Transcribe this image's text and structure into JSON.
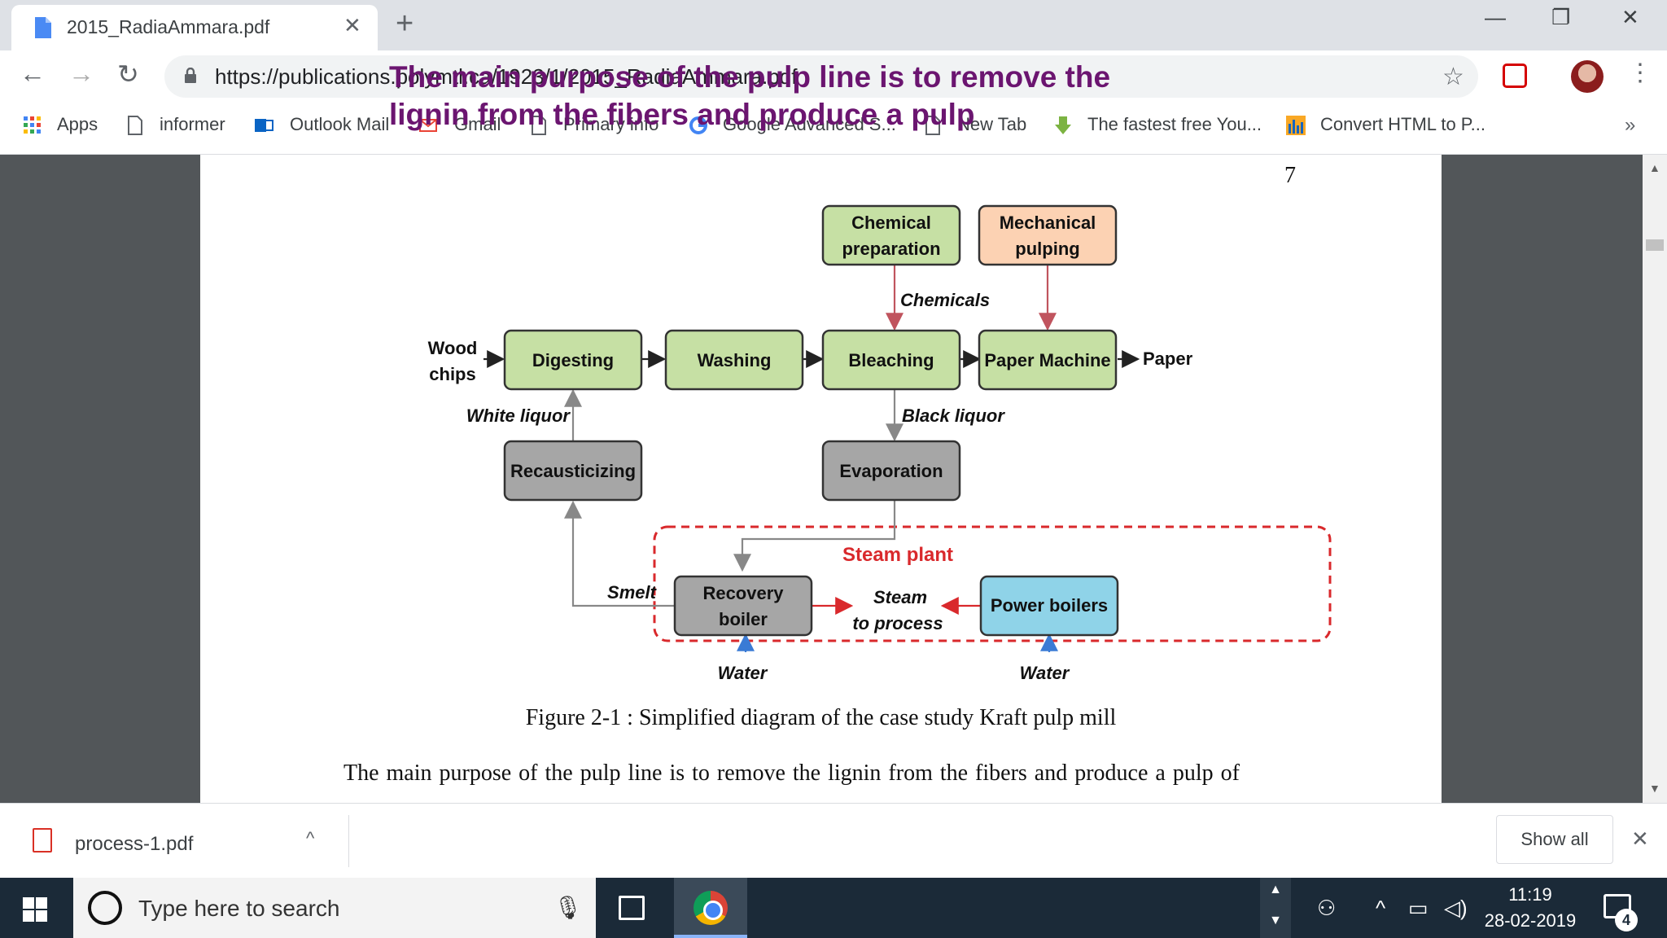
{
  "browser": {
    "tab_title": "2015_RadiaAmmara.pdf",
    "tab_close": "✕",
    "new_tab": "+",
    "window_controls": {
      "minimize": "—",
      "restore": "❐",
      "close": "✕"
    },
    "nav": {
      "back": "←",
      "forward": "→",
      "reload": "↻"
    },
    "url": "https://publications.polymtl.ca/1923/1/2015_RadiaAmmara.pdf",
    "star": "☆",
    "menu": "⋮",
    "bookmarks": [
      {
        "label": "Apps",
        "icon": "apps-grid-icon"
      },
      {
        "label": "informer",
        "icon": "page-icon"
      },
      {
        "label": "Outlook Mail",
        "icon": "outlook-icon"
      },
      {
        "label": "Gmail",
        "icon": "gmail-icon"
      },
      {
        "label": "Primary info",
        "icon": "page-icon"
      },
      {
        "label": "Google Advanced S...",
        "icon": "google-icon"
      },
      {
        "label": "New Tab",
        "icon": "page-icon"
      },
      {
        "label": "The fastest free You...",
        "icon": "download-arrow-icon"
      },
      {
        "label": "Convert HTML to P...",
        "icon": "chart-icon"
      }
    ],
    "bookmarks_more": "»"
  },
  "overlay": {
    "line1": "The main purpose of the pulp line is to remove the",
    "line2": "lignin from the fibers and produce a pulp"
  },
  "pdf": {
    "page_number": "7",
    "diagram": {
      "boxes": {
        "chemical_prep": [
          "Chemical",
          "preparation"
        ],
        "mechanical_pulping": [
          "Mechanical",
          "pulping"
        ],
        "digesting": "Digesting",
        "washing": "Washing",
        "bleaching": "Bleaching",
        "paper_machine": "Paper Machine",
        "recausticizing": "Recausticizing",
        "evaporation": "Evaporation",
        "recovery_boiler": [
          "Recovery",
          "boiler"
        ],
        "power_boilers": "Power boilers"
      },
      "labels": {
        "wood_chips": [
          "Wood",
          "chips"
        ],
        "paper": "Paper",
        "chemicals": "Chemicals",
        "white_liquor": "White liquor",
        "black_liquor": "Black liquor",
        "smelt": "Smelt",
        "steam_plant": "Steam plant",
        "steam_to_process": [
          "Steam",
          "to process"
        ],
        "water_left": "Water",
        "water_right": "Water"
      },
      "colors": {
        "green_box": "#c6e0a4",
        "orange_box": "#fcd2b3",
        "gray_box": "#a6a6a6",
        "blue_box": "#8fd3e8",
        "red": "#d9292c"
      }
    },
    "figure_caption": "Figure 2-1 : Simplified diagram of the case study Kraft pulp mill",
    "body_text": "The main purpose of the pulp line is to remove the lignin from the fibers and produce a pulp of"
  },
  "downloads": {
    "file": "process-1.pdf",
    "chevron": "^",
    "show_all": "Show all",
    "close": "✕"
  },
  "taskbar": {
    "search_placeholder": "Type here to search",
    "mic": "🎙",
    "time": "11:19",
    "date": "28-02-2019",
    "notifications": "4"
  }
}
